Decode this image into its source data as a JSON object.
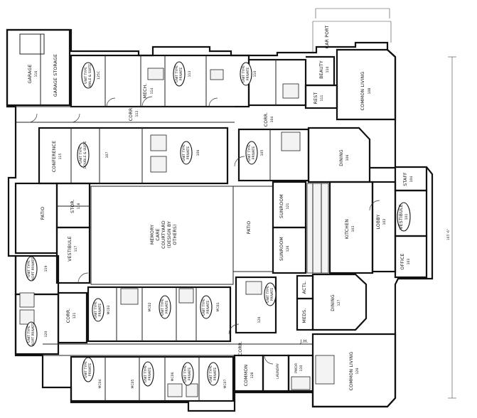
{
  "plan": {
    "courtyard": [
      "MEMORY",
      "CARE",
      "COURTYARD",
      "(DESIGN BY",
      "OTHERS)"
    ],
    "dimension_vertical": "165'-6\"",
    "entry_marker": "J.H.",
    "rooms": {
      "garage": {
        "label": "GARAGE",
        "num": "116"
      },
      "garage_storage": {
        "label": "GARAGE STORAGE"
      },
      "unit_a": {
        "type": "UNIT TYPE",
        "sub": "MALE & SUITE",
        "num": "125C"
      },
      "mech": {
        "label": "MECH.",
        "num": "114"
      },
      "unit_b": {
        "type": "UNIT TYPE",
        "sub": "PRIVATE",
        "num": "113"
      },
      "corr_top": {
        "label": "CORR.",
        "num": "112"
      },
      "unit_c": {
        "type": "UNIT TYPE",
        "sub": "PRIVATE",
        "num": "110"
      },
      "beauty": {
        "label": "BEAUTY",
        "num": "110"
      },
      "car_port": {
        "label": "CAR PORT"
      },
      "rest": {
        "label": "REST",
        "num": "111"
      },
      "common_living_top": {
        "label": "COMMON LIVING",
        "num": "108"
      },
      "conference": {
        "label": "CONFERENCE",
        "num": "115"
      },
      "unit_d": {
        "type": "UNIT TYPE",
        "sub": "DOUBLE & SUITE",
        "num": "107"
      },
      "unit_e": {
        "type": "UNIT TYPE",
        "sub": "PRIVATE",
        "num": "106"
      },
      "corr_mid": {
        "label": "CORR.",
        "num": "104"
      },
      "unit_f": {
        "type": "UNIT TYPE",
        "sub": "PRIVATE",
        "num": "105"
      },
      "dining_top": {
        "label": "DINING",
        "num": "106"
      },
      "staff": {
        "label": "STAFF",
        "num": "104"
      },
      "patio_left": {
        "label": "PATIO"
      },
      "stor": {
        "label": "STOR.",
        "num": "118"
      },
      "patio_center": {
        "label": "PATIO"
      },
      "sunroom_top": {
        "label": "SUNROOM",
        "num": "121"
      },
      "sunroom_bot": {
        "label": "SUNROOM",
        "num": "126"
      },
      "kitchen": {
        "label": "KITCHEN",
        "num": "103"
      },
      "lobby": {
        "label": "LOBBY",
        "num": "102"
      },
      "vestibule_right": {
        "label": "VESTIBULE",
        "num": "101"
      },
      "office": {
        "label": "OFFICE",
        "num": "103"
      },
      "vestibule_left": {
        "label": "VESTIBULE",
        "num": "117"
      },
      "unit_g": {
        "type": "UNIT TYPE",
        "sub": "ADPT PRIVATE",
        "num": "119"
      },
      "unit_h": {
        "type": "UNIT TYPE",
        "sub": "ADPT PRIVATE",
        "num": "120"
      },
      "corr_low": {
        "label": "CORR.",
        "num": "121"
      },
      "unit_i": {
        "type": "UNIT TYPE",
        "sub": "PRIVATE",
        "num": "MC03"
      },
      "unit_j": {
        "type": "UNIT TYPE",
        "sub": "PRIVATE",
        "num": "MC02"
      },
      "unit_k": {
        "type": "UNIT TYPE",
        "sub": "PRIVATE",
        "num": "MC01"
      },
      "unit_l": {
        "type": "UNIT TYPE",
        "sub": "PRIVATE",
        "num": "126"
      },
      "actl": {
        "label": "ACTL."
      },
      "meds": {
        "label": "MEDS."
      },
      "dining_bot": {
        "label": "DINING",
        "num": "127"
      },
      "unit_m": {
        "type": "UNIT TYPE",
        "sub": "PRIVATE",
        "num": "MC04"
      },
      "unit_n": {
        "type": "UNIT TYPE",
        "sub": "PRIVATE",
        "num": "MC05"
      },
      "unit_o": {
        "type": "UNIT TYPE",
        "sub": "PRIVATE",
        "num": "MC06"
      },
      "unit_p": {
        "type": "UNIT TYPE",
        "sub": "PRIVATE",
        "num": "MC07"
      },
      "corr_bot": {
        "label": "CORR."
      },
      "common_bot_small": {
        "label": "COMMON",
        "num": "128"
      },
      "laundry": {
        "label": "LAUNDRY"
      },
      "pwdr": {
        "label": "PWDR",
        "num": "130"
      },
      "common_living_bot": {
        "label": "COMMON LIVING",
        "num": "129"
      }
    }
  }
}
